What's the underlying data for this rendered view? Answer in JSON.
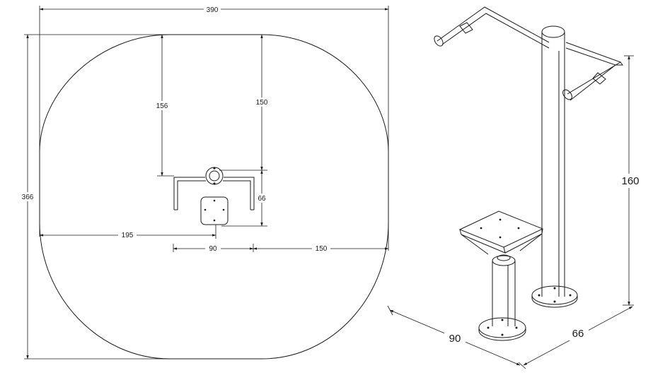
{
  "plan_view": {
    "overall_width": "390",
    "overall_depth": "366",
    "offset_left": "195",
    "offset_top_bar": "156",
    "offset_top_post": "150",
    "equipment_depth": "66",
    "equipment_width": "90",
    "offset_right": "150"
  },
  "iso_view": {
    "height": "160",
    "length": "90",
    "depth": "66"
  },
  "colors": {
    "line": "#1a1a1a",
    "background": "#ffffff"
  }
}
